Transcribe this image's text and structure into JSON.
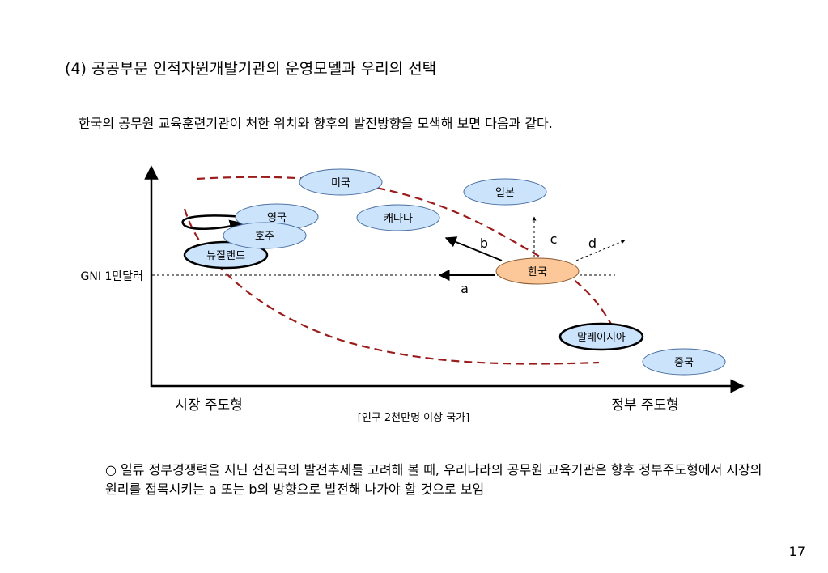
{
  "heading": "(4) 공공부문 인적자원개발기관의 운영모델과 우리의 선택",
  "intro": "한국의 공무원 교육훈련기관이 처한 위치와 향후의 발전방향을 모색해 보면 다음과 같다.",
  "diagram": {
    "y_marker_label": "GNI 1만달러",
    "x_left_label": "시장 주도형",
    "x_right_label": "정부 주도형",
    "x_note": "[인구 2천만명 이상 국가]",
    "countries": {
      "usa": "미국",
      "japan": "일본",
      "uk": "영국",
      "canada": "캐나다",
      "australia": "호주",
      "nz": "뉴질랜드",
      "korea": "한국",
      "malaysia": "말레이지아",
      "china": "중국"
    },
    "arrows": {
      "a": "a",
      "b": "b",
      "c": "c",
      "d": "d"
    },
    "colors": {
      "ellipse_fill": "#cce4fb",
      "korea_fill": "#fcc89a",
      "curve": "#9b1c1c"
    }
  },
  "conclusion": "○ 일류 정부경쟁력을 지닌 선진국의 발전추세를 고려해 볼 때, 우리나라의 공무원 교육기관은 향후 정부주도형에서 시장의 원리를 접목시키는 a 또는 b의 방향으로 발전해 나가야 할 것으로 보임",
  "page_number": "17"
}
